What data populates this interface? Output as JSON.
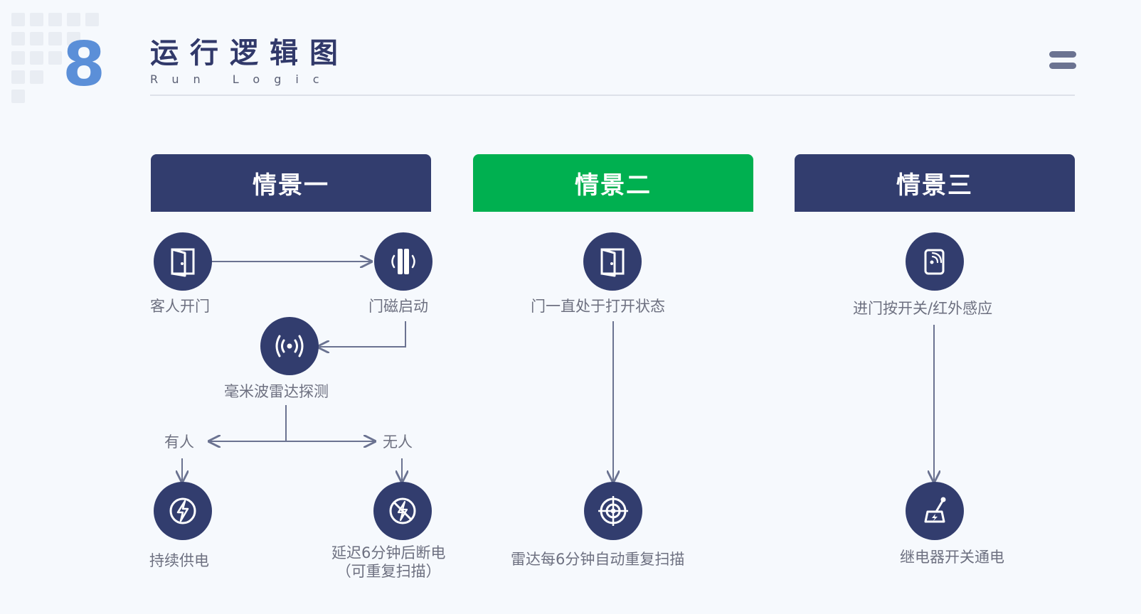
{
  "header": {
    "number": "8",
    "title_cn": "运行逻辑图",
    "title_en": "Run Logic"
  },
  "colors": {
    "navy": "#323d6e",
    "green": "#00b050",
    "accent_blue": "#5b8fd8",
    "text_gray": "#6d7080",
    "line": "#6b7391"
  },
  "scenes": [
    {
      "title": "情景一",
      "color": "#323d6e",
      "nodes": {
        "open_door": {
          "label": "客人开门",
          "icon": "door-open-icon"
        },
        "door_sensor": {
          "label": "门磁启动",
          "icon": "door-sensor-icon"
        },
        "radar": {
          "label": "毫米波雷达探测",
          "icon": "radar-wave-icon"
        },
        "someone": {
          "label": "有人"
        },
        "nobody": {
          "label": "无人"
        },
        "keep_power": {
          "label": "持续供电",
          "icon": "power-bolt-icon"
        },
        "delay_cut": {
          "label": "延迟6分钟后断电\n（可重复扫描）",
          "icon": "power-off-icon"
        }
      }
    },
    {
      "title": "情景二",
      "color": "#00b050",
      "nodes": {
        "door_open_state": {
          "label": "门一直处于打开状态",
          "icon": "door-open-icon"
        },
        "radar_scan": {
          "label": "雷达每6分钟自动重复扫描",
          "icon": "radar-target-icon"
        }
      }
    },
    {
      "title": "情景三",
      "color": "#323d6e",
      "nodes": {
        "switch_sensor": {
          "label": "进门按开关/红外感应",
          "icon": "wireless-switch-icon"
        },
        "relay": {
          "label": "继电器开关通电",
          "icon": "relay-lever-icon"
        }
      }
    }
  ]
}
